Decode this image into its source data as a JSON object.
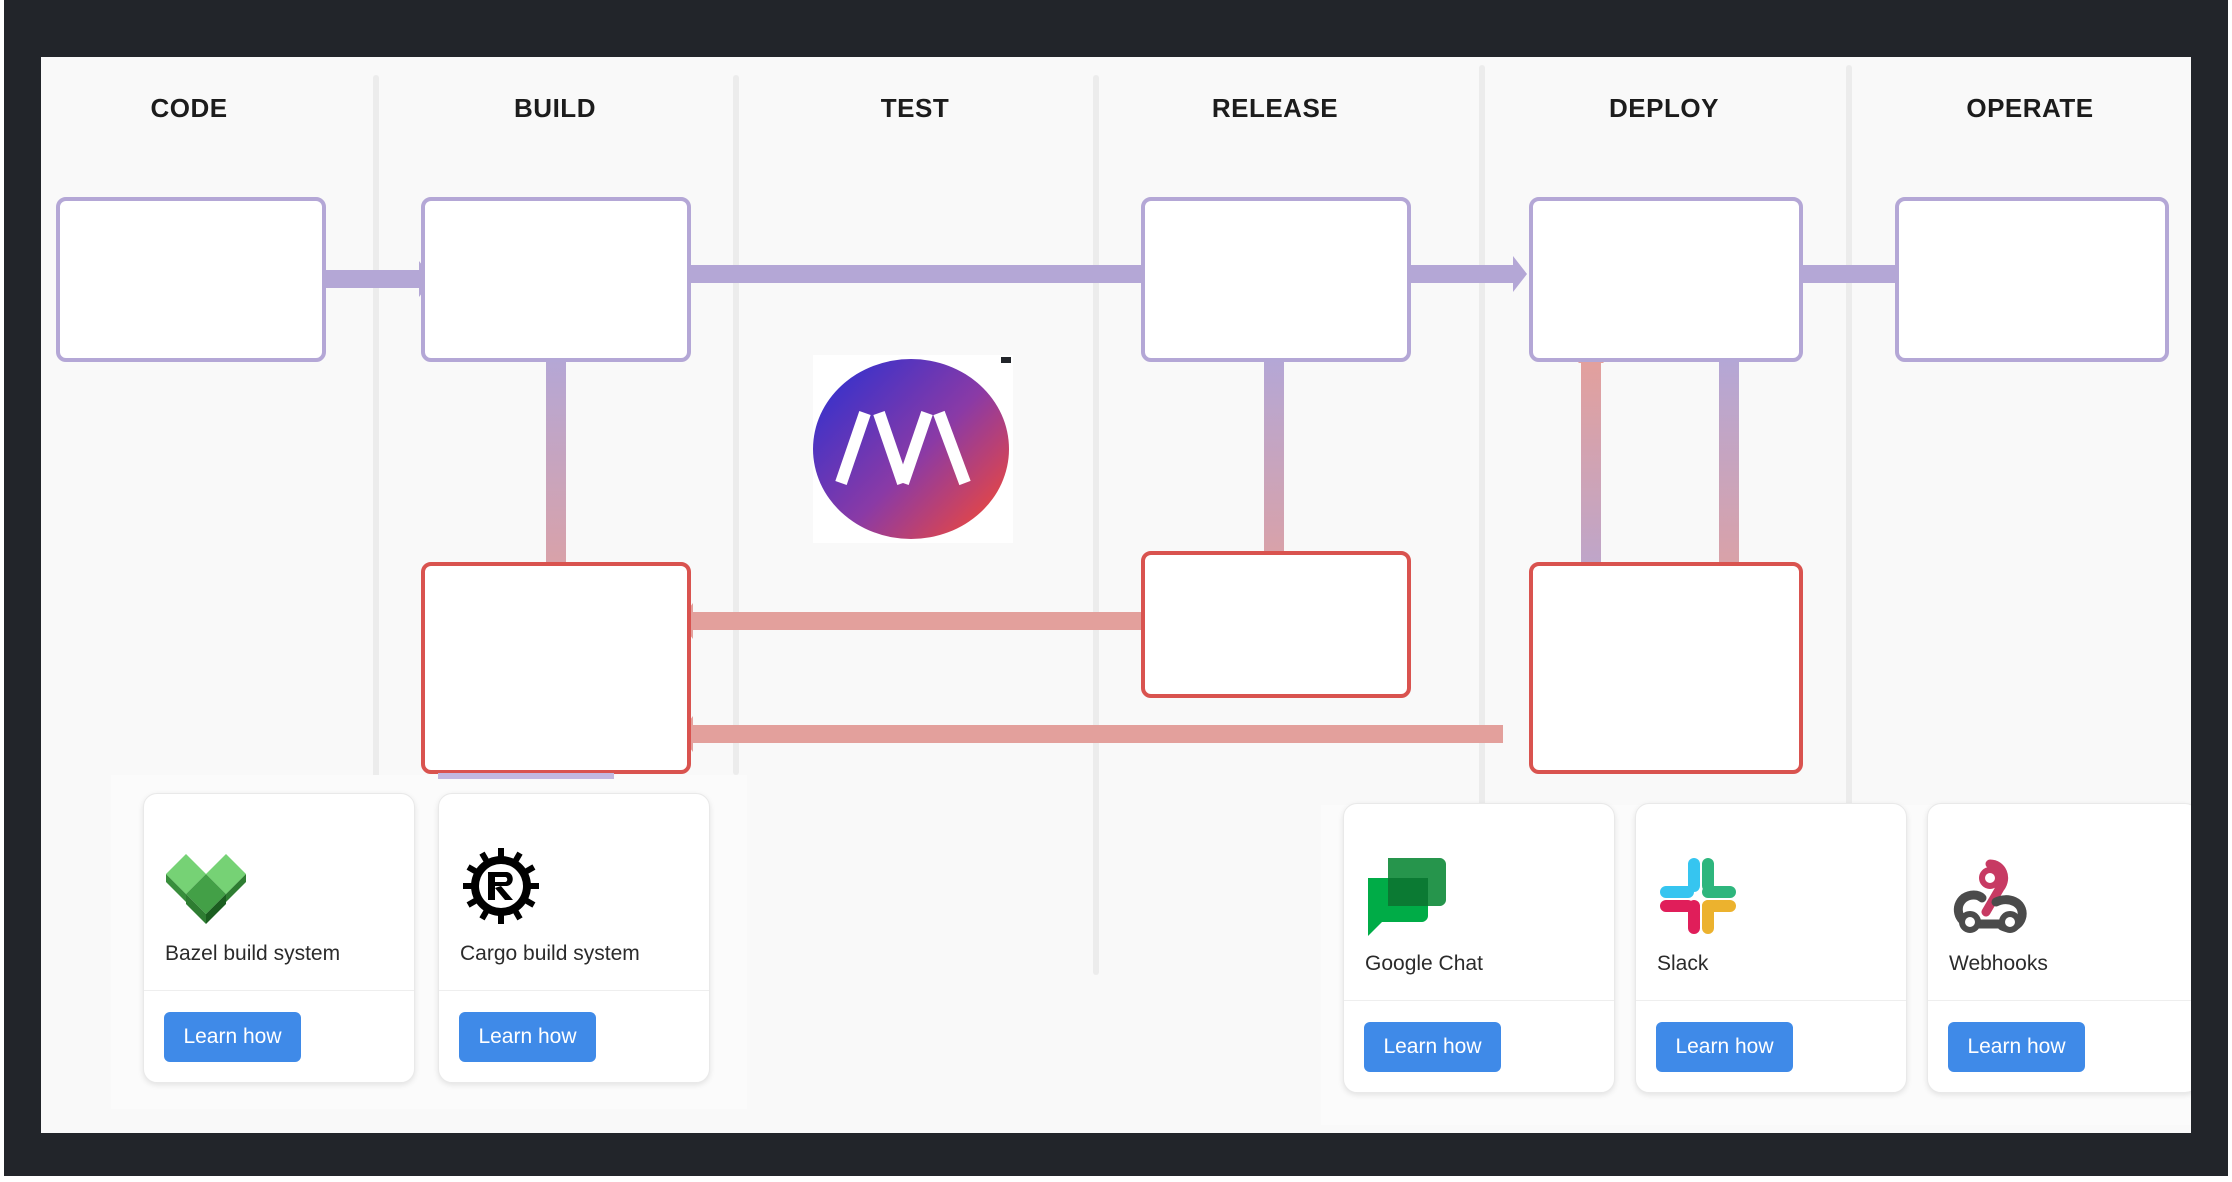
{
  "stages": [
    "CODE",
    "BUILD",
    "TEST",
    "RELEASE",
    "DEPLOY",
    "OPERATE"
  ],
  "colors": {
    "frame": "#22252a",
    "canvas": "#f9f9f9",
    "primary_border": "#b4a7d6",
    "alert_border": "#d9534f",
    "primary_arrow": "#b4a7d6",
    "alert_arrow": "#e3a09c",
    "button": "#3f8ae8"
  },
  "integrations": {
    "build": [
      {
        "label": "Bazel build system",
        "icon": "bazel-logo-icon",
        "button": "Learn how"
      },
      {
        "label": "Cargo build system",
        "icon": "rust-cargo-logo-icon",
        "button": "Learn how"
      }
    ],
    "notify": [
      {
        "label": "Google Chat",
        "icon": "google-chat-logo-icon",
        "button": "Learn how"
      },
      {
        "label": "Slack",
        "icon": "slack-logo-icon",
        "button": "Learn how"
      },
      {
        "label": "Webhooks",
        "icon": "webhooks-logo-icon",
        "button": "Learn how"
      }
    ]
  },
  "center_logo": "brand-logo-icon"
}
